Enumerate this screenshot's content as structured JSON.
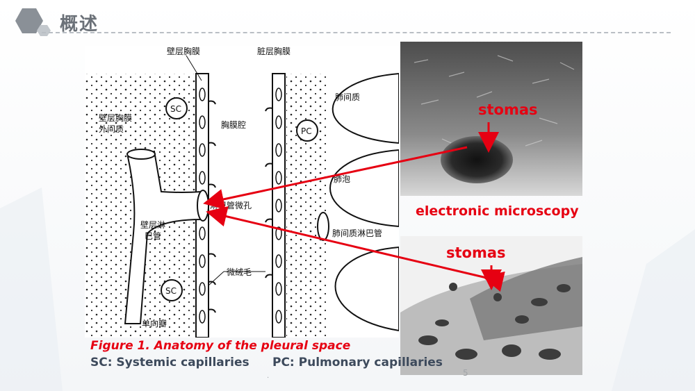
{
  "slide": {
    "title": "概述",
    "page_number": "5",
    "stray_dot": "."
  },
  "figure": {
    "caption": "Figure 1. Anatomy of the pleural space",
    "sc_definition": "SC: Systemic capillaries",
    "pc_definition": "PC: Pulmonary capillaries"
  },
  "diagram_labels": {
    "parietal_pleura": "壁层胸膜",
    "visceral_pleura": "脏层胸膜",
    "lung_interstitium": "肺间质",
    "sc_upper": "SC",
    "pc": "PC",
    "parietal_interstitium_1": "壁层胸膜",
    "parietal_interstitium_2": "外间质",
    "pleural_cavity": "胸膜腔",
    "alveolus": "肺泡",
    "stoma": "淋巴管微孔",
    "parietal_lymph_1": "壁层淋",
    "parietal_lymph_2": "巴管",
    "interstitial_lymph": "肺间质淋巴管",
    "microvilli": "微绒毛",
    "sc_lower": "SC",
    "valve": "单向瓣"
  },
  "annotations": {
    "stomas_top": "stomas",
    "electron_microscopy": "electronic microscopy",
    "stomas_bottom": "stomas"
  },
  "colors": {
    "accent_red": "#e60012",
    "title_gray": "#6b7178",
    "definition_text": "#3d4a5c"
  },
  "icons": {
    "title_decor": "hexagon-decor-icon"
  }
}
